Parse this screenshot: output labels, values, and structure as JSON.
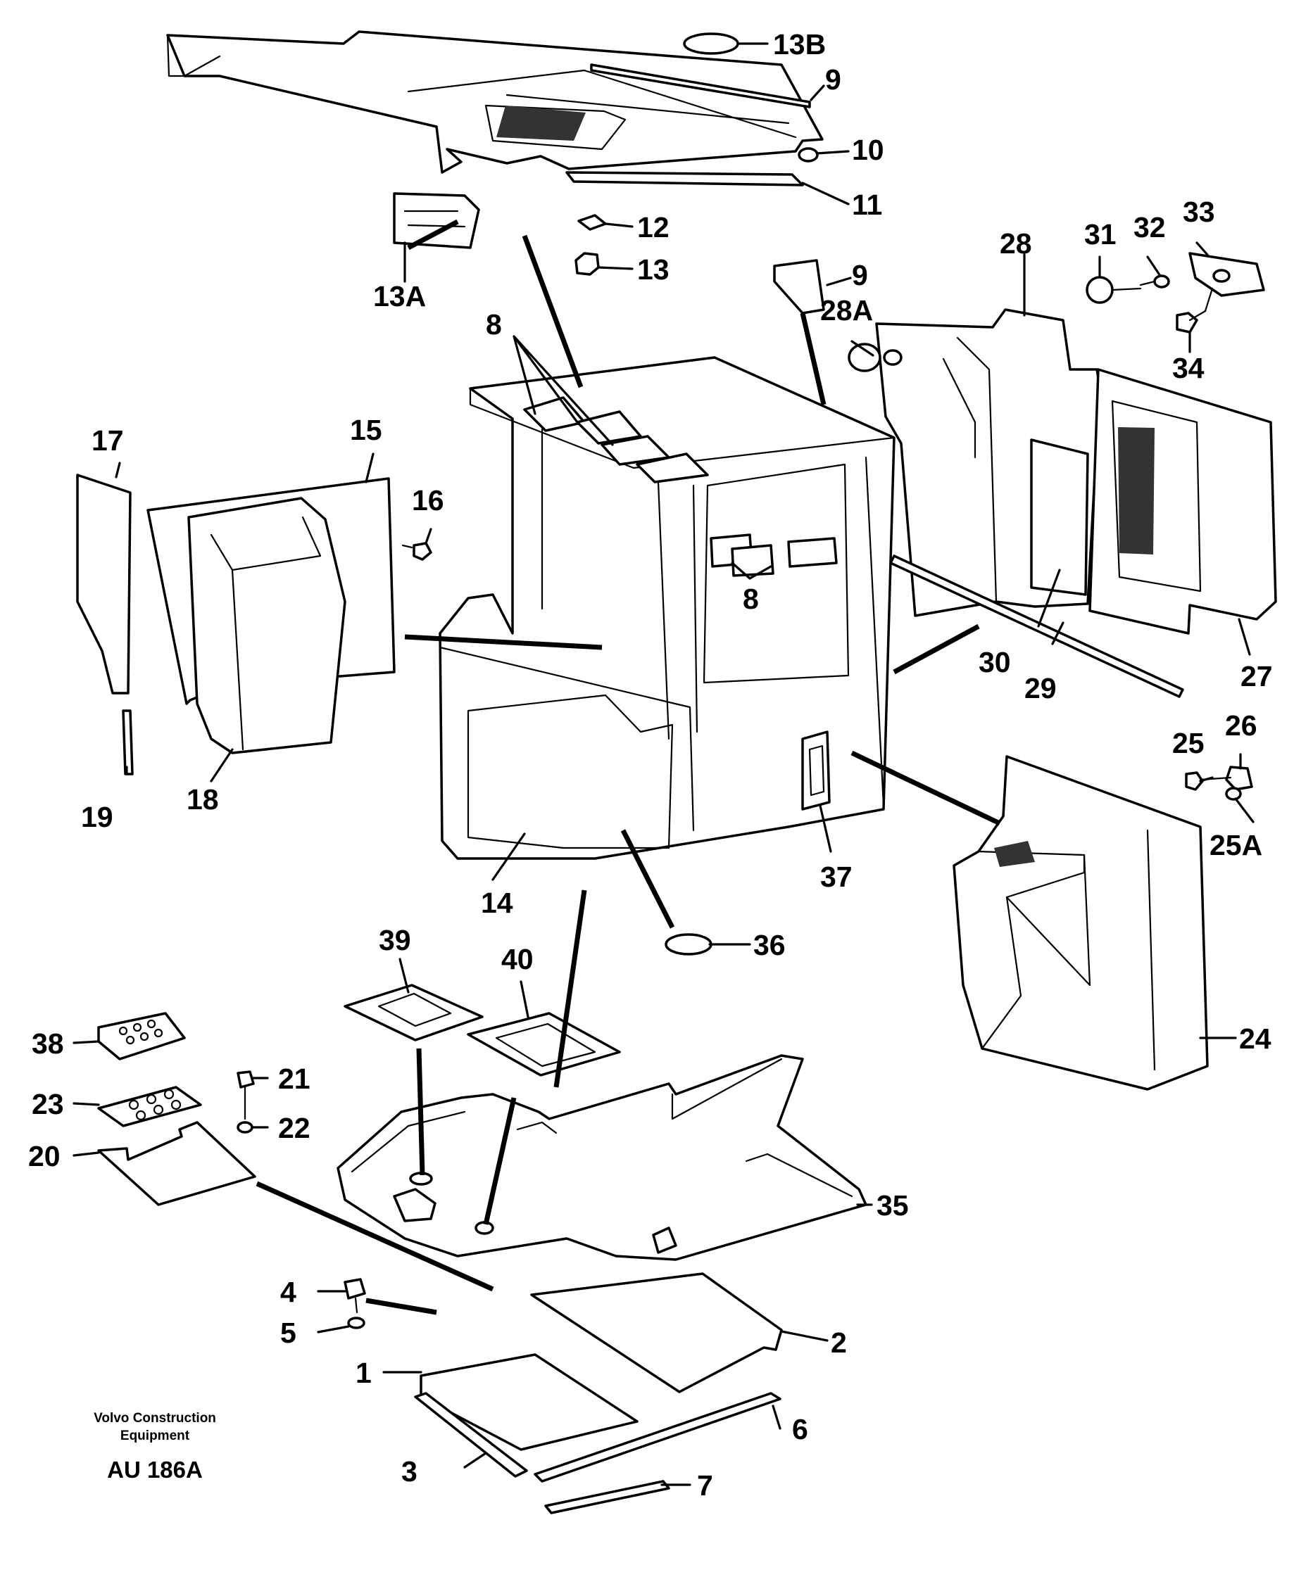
{
  "callouts": {
    "c1": "1",
    "c2": "2",
    "c3": "3",
    "c4": "4",
    "c5": "5",
    "c6": "6",
    "c7": "7",
    "c8a": "8",
    "c8b": "8",
    "c9a": "9",
    "c9b": "9",
    "c10": "10",
    "c11": "11",
    "c12": "12",
    "c13": "13",
    "c13a": "13A",
    "c13b": "13B",
    "c14": "14",
    "c15": "15",
    "c16": "16",
    "c17": "17",
    "c18": "18",
    "c19": "19",
    "c20": "20",
    "c21": "21",
    "c22": "22",
    "c23": "23",
    "c24": "24",
    "c25": "25",
    "c25a": "25A",
    "c26": "26",
    "c27": "27",
    "c28": "28",
    "c28a": "28A",
    "c29": "29",
    "c30": "30",
    "c31": "31",
    "c32": "32",
    "c33": "33",
    "c34": "34",
    "c35": "35",
    "c36": "36",
    "c37": "37",
    "c38": "38",
    "c39": "39",
    "c40": "40"
  },
  "caption": {
    "brand_line1": "Volvo Construction",
    "brand_line2": "Equipment",
    "code": "AU 186A"
  }
}
